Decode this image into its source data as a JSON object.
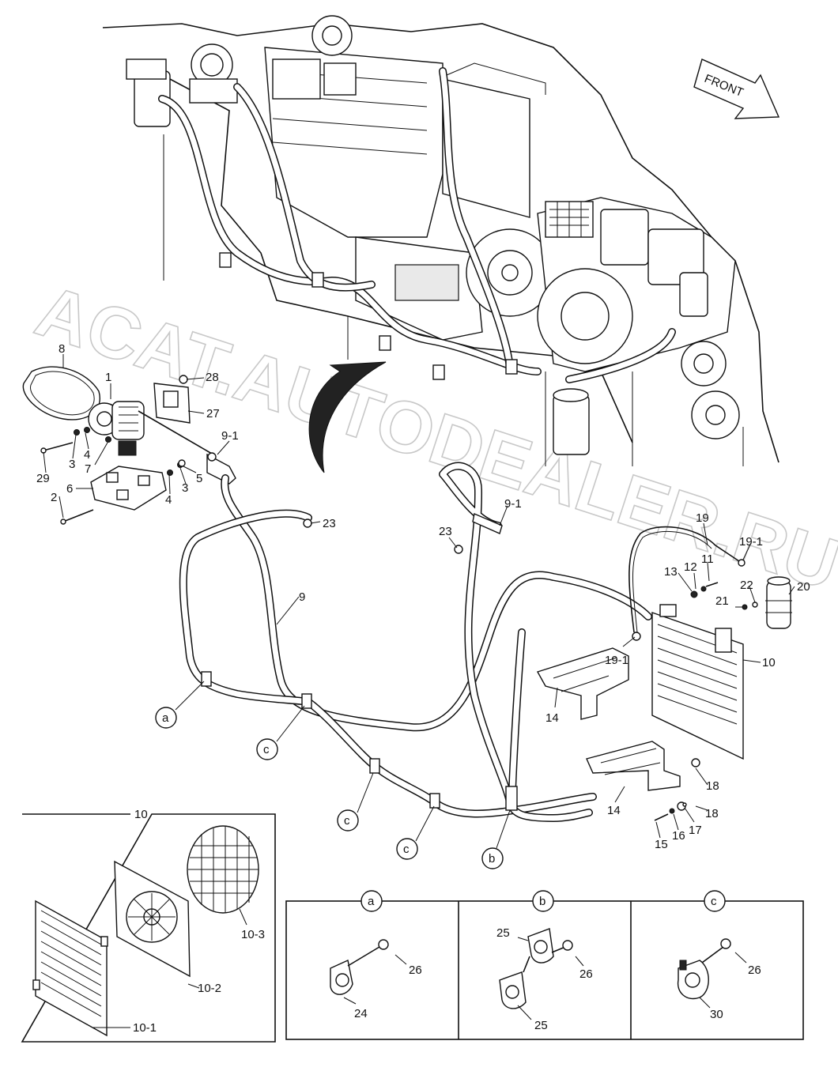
{
  "watermark": "ACAT.AUTODEALER.RU",
  "direction_arrow": "FRONT",
  "callouts": {
    "c8": "8",
    "c1": "1",
    "c28": "28",
    "c27": "27",
    "c9_1_top": "9-1",
    "c4_left": "4",
    "c3_left": "3",
    "c7": "7",
    "c29": "29",
    "c5": "5",
    "c4_right": "4",
    "c3_right": "3",
    "c6": "6",
    "c2": "2",
    "c23_left": "23",
    "c9_1_mid": "9-1",
    "c23_mid": "23",
    "c9": "9",
    "c19": "19",
    "c19_1_top": "19-1",
    "c11": "11",
    "c12": "12",
    "c13": "13",
    "c20": "20",
    "c22": "22",
    "c21": "21",
    "c19_1_mid": "19-1",
    "c10_right": "10",
    "c14_upper": "14",
    "c14_lower": "14",
    "c18_upper": "18",
    "c18_lower": "18",
    "c17": "17",
    "c16": "16",
    "c15": "15",
    "c10_box": "10",
    "c10_3": "10-3",
    "c10_2": "10-2",
    "c10_1": "10-1"
  },
  "circle_refs": {
    "a_main": "a",
    "c_main_1": "c",
    "c_main_2": "c",
    "c_main_3": "c",
    "b_main": "b"
  },
  "detail_panels": [
    {
      "tag": "a",
      "labels": {
        "l26": "26",
        "l24": "24"
      }
    },
    {
      "tag": "b",
      "labels": {
        "l25_top": "25",
        "l26": "26",
        "l25_bottom": "25"
      }
    },
    {
      "tag": "c",
      "labels": {
        "l26": "26",
        "l30": "30"
      }
    }
  ]
}
